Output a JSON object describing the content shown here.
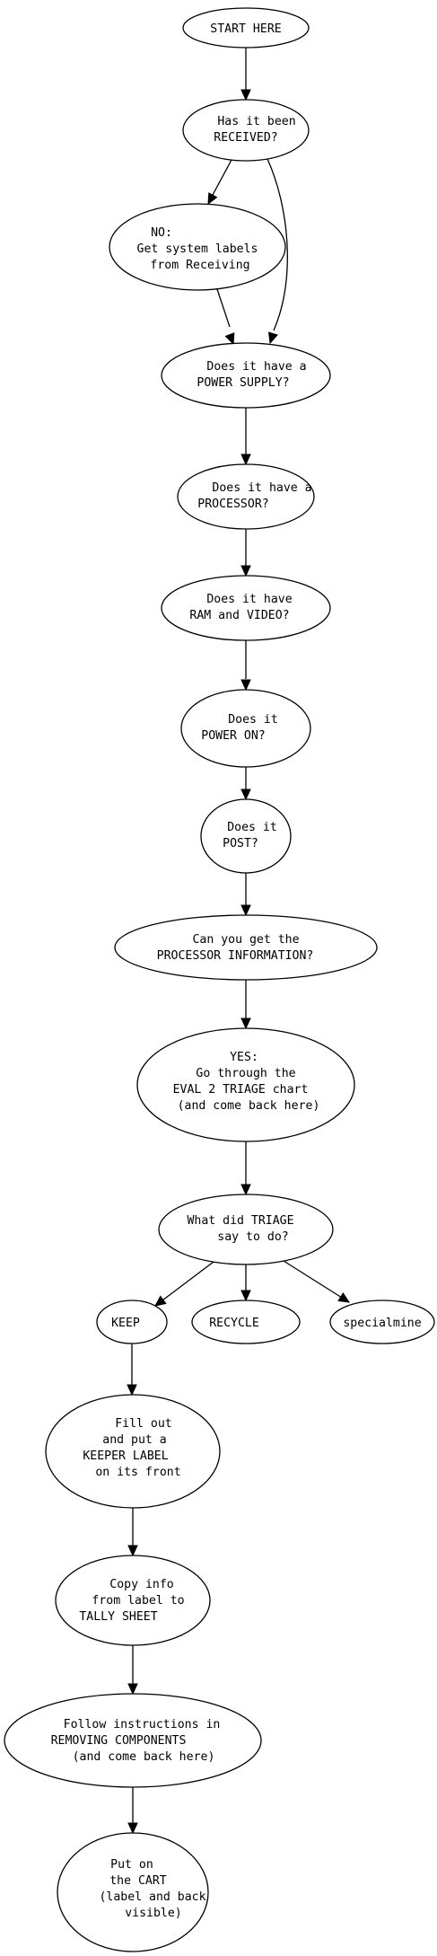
{
  "nodes": [
    {
      "id": "start",
      "lines": [
        "START HERE"
      ]
    },
    {
      "id": "received",
      "lines": [
        "Has it been",
        "RECEIVED?"
      ]
    },
    {
      "id": "no_labels",
      "lines": [
        "NO:",
        "Get system labels",
        "from Receiving"
      ]
    },
    {
      "id": "power_supply",
      "lines": [
        "Does it have a",
        "POWER SUPPLY?"
      ]
    },
    {
      "id": "processor",
      "lines": [
        "Does it have a",
        "PROCESSOR?"
      ]
    },
    {
      "id": "ram_video",
      "lines": [
        "Does it have",
        "RAM and VIDEO?"
      ]
    },
    {
      "id": "power_on",
      "lines": [
        "Does it",
        "POWER ON?"
      ]
    },
    {
      "id": "post",
      "lines": [
        "Does it",
        "POST?"
      ]
    },
    {
      "id": "processor_info",
      "lines": [
        "Can you get the",
        "PROCESSOR INFORMATION?"
      ]
    },
    {
      "id": "yes_triage",
      "lines": [
        "YES:",
        "Go through the",
        "EVAL 2 TRIAGE chart",
        "(and come back here)"
      ]
    },
    {
      "id": "triage_say",
      "lines": [
        "What did TRIAGE",
        "say to do?"
      ]
    },
    {
      "id": "keep",
      "lines": [
        "KEEP"
      ]
    },
    {
      "id": "recycle",
      "lines": [
        "RECYCLE"
      ]
    },
    {
      "id": "specialmine",
      "lines": [
        "specialmine"
      ]
    },
    {
      "id": "fill_out",
      "lines": [
        "Fill out",
        "and put a",
        "KEEPER LABEL",
        "on its front"
      ]
    },
    {
      "id": "copy_info",
      "lines": [
        "Copy info",
        "from label to",
        "TALLY SHEET"
      ]
    },
    {
      "id": "removing",
      "lines": [
        "Follow instructions in",
        "REMOVING COMPONENTS",
        "(and come back here)"
      ]
    },
    {
      "id": "cart",
      "lines": [
        "Put on",
        "the CART",
        "(label and back",
        "visible)"
      ]
    }
  ],
  "edges": [
    {
      "from": "start",
      "to": "received"
    },
    {
      "from": "received",
      "to": "no_labels"
    },
    {
      "from": "received",
      "to": "power_supply"
    },
    {
      "from": "no_labels",
      "to": "power_supply"
    },
    {
      "from": "power_supply",
      "to": "processor"
    },
    {
      "from": "processor",
      "to": "ram_video"
    },
    {
      "from": "ram_video",
      "to": "power_on"
    },
    {
      "from": "power_on",
      "to": "post"
    },
    {
      "from": "post",
      "to": "processor_info"
    },
    {
      "from": "processor_info",
      "to": "yes_triage"
    },
    {
      "from": "yes_triage",
      "to": "triage_say"
    },
    {
      "from": "triage_say",
      "to": "keep"
    },
    {
      "from": "triage_say",
      "to": "recycle"
    },
    {
      "from": "triage_say",
      "to": "specialmine"
    },
    {
      "from": "keep",
      "to": "fill_out"
    },
    {
      "from": "fill_out",
      "to": "copy_info"
    },
    {
      "from": "copy_info",
      "to": "removing"
    },
    {
      "from": "removing",
      "to": "cart"
    }
  ],
  "colors": {
    "stroke": "#000000",
    "fill": "#ffffff",
    "text": "#000000"
  }
}
